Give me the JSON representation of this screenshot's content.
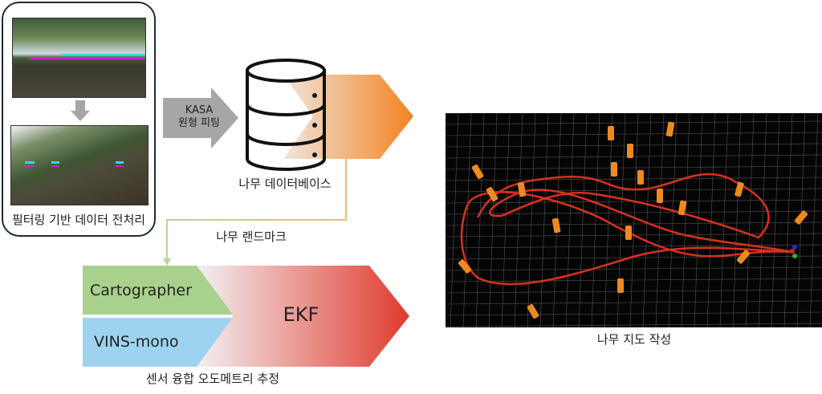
{
  "preprocess": {
    "caption": "필터링 기반 데이터 전처리"
  },
  "fitting_arrow": {
    "line1": "KASA",
    "line2": "원형 피팅"
  },
  "database": {
    "caption": "나무 데이터베이스"
  },
  "landmark_link": {
    "caption": "나무 랜드마크"
  },
  "fusion": {
    "inputs": [
      "Cartographer",
      "VINS-mono"
    ],
    "filter": "EKF",
    "caption": "센서 융합 오도메트리 추정"
  },
  "map": {
    "caption": "나무 지도 작성"
  },
  "colors": {
    "cartographer": "#a9d18e",
    "vins": "#9dd3ef",
    "ekf": "#e03a2c",
    "db_arrow": "#f58220",
    "gray_arrow": "#a6a6a6",
    "trajectory": "#d9301e",
    "tree": "#f0891e"
  }
}
